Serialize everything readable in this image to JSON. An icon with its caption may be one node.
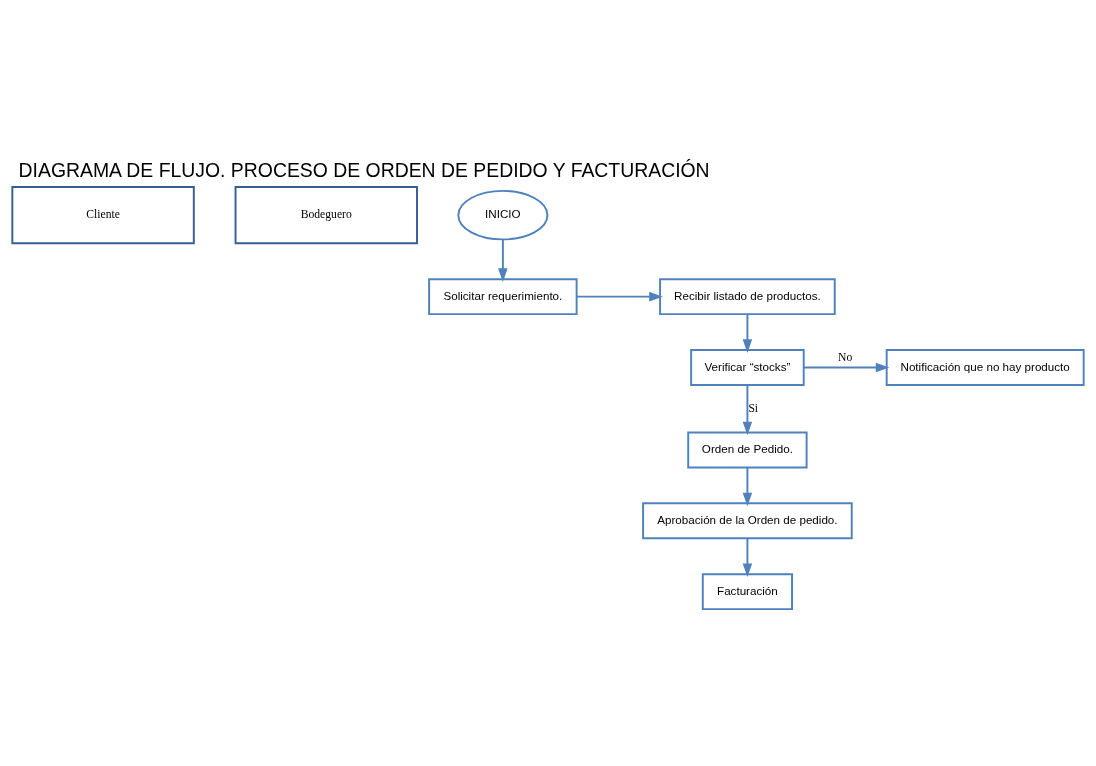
{
  "diagram": {
    "title": "DIAGRAMA DE FLUJO. PROCESO DE ORDEN DE PEDIDO Y FACTURACIÓN",
    "nodes": [
      {
        "text": [
          "Cliente"
        ]
      },
      {
        "text": [
          "Bodeguero"
        ]
      },
      {
        "text": [
          "INICIO"
        ]
      },
      {
        "text": [
          "Solicitar requerimiento."
        ]
      },
      {
        "text": [
          "Recibir listado de productos."
        ]
      },
      {
        "text": [
          "Notificación que no hay producto"
        ]
      },
      {
        "text": [
          "Verificar “stocks”"
        ]
      },
      {
        "text": [
          "Orden de Pedido."
        ]
      },
      {
        "text": [
          "Aprobación de la Orden de pedido."
        ]
      },
      {
        "text": [
          "Facturación"
        ]
      }
    ],
    "edges": [
      {
        "from": 2,
        "to": 3,
        "arrow": "to"
      },
      {
        "from": 3,
        "to": 4,
        "arrow": "to"
      },
      {
        "from": 4,
        "to": 6,
        "arrow": "to"
      },
      {
        "from": 6,
        "to": 5,
        "arrow": "to",
        "label": "No"
      },
      {
        "from": 6,
        "to": 7,
        "arrow": "to",
        "label": "Si"
      },
      {
        "from": 7,
        "to": 8,
        "arrow": "to"
      },
      {
        "from": 8,
        "to": 9,
        "arrow": "to"
      }
    ]
  }
}
